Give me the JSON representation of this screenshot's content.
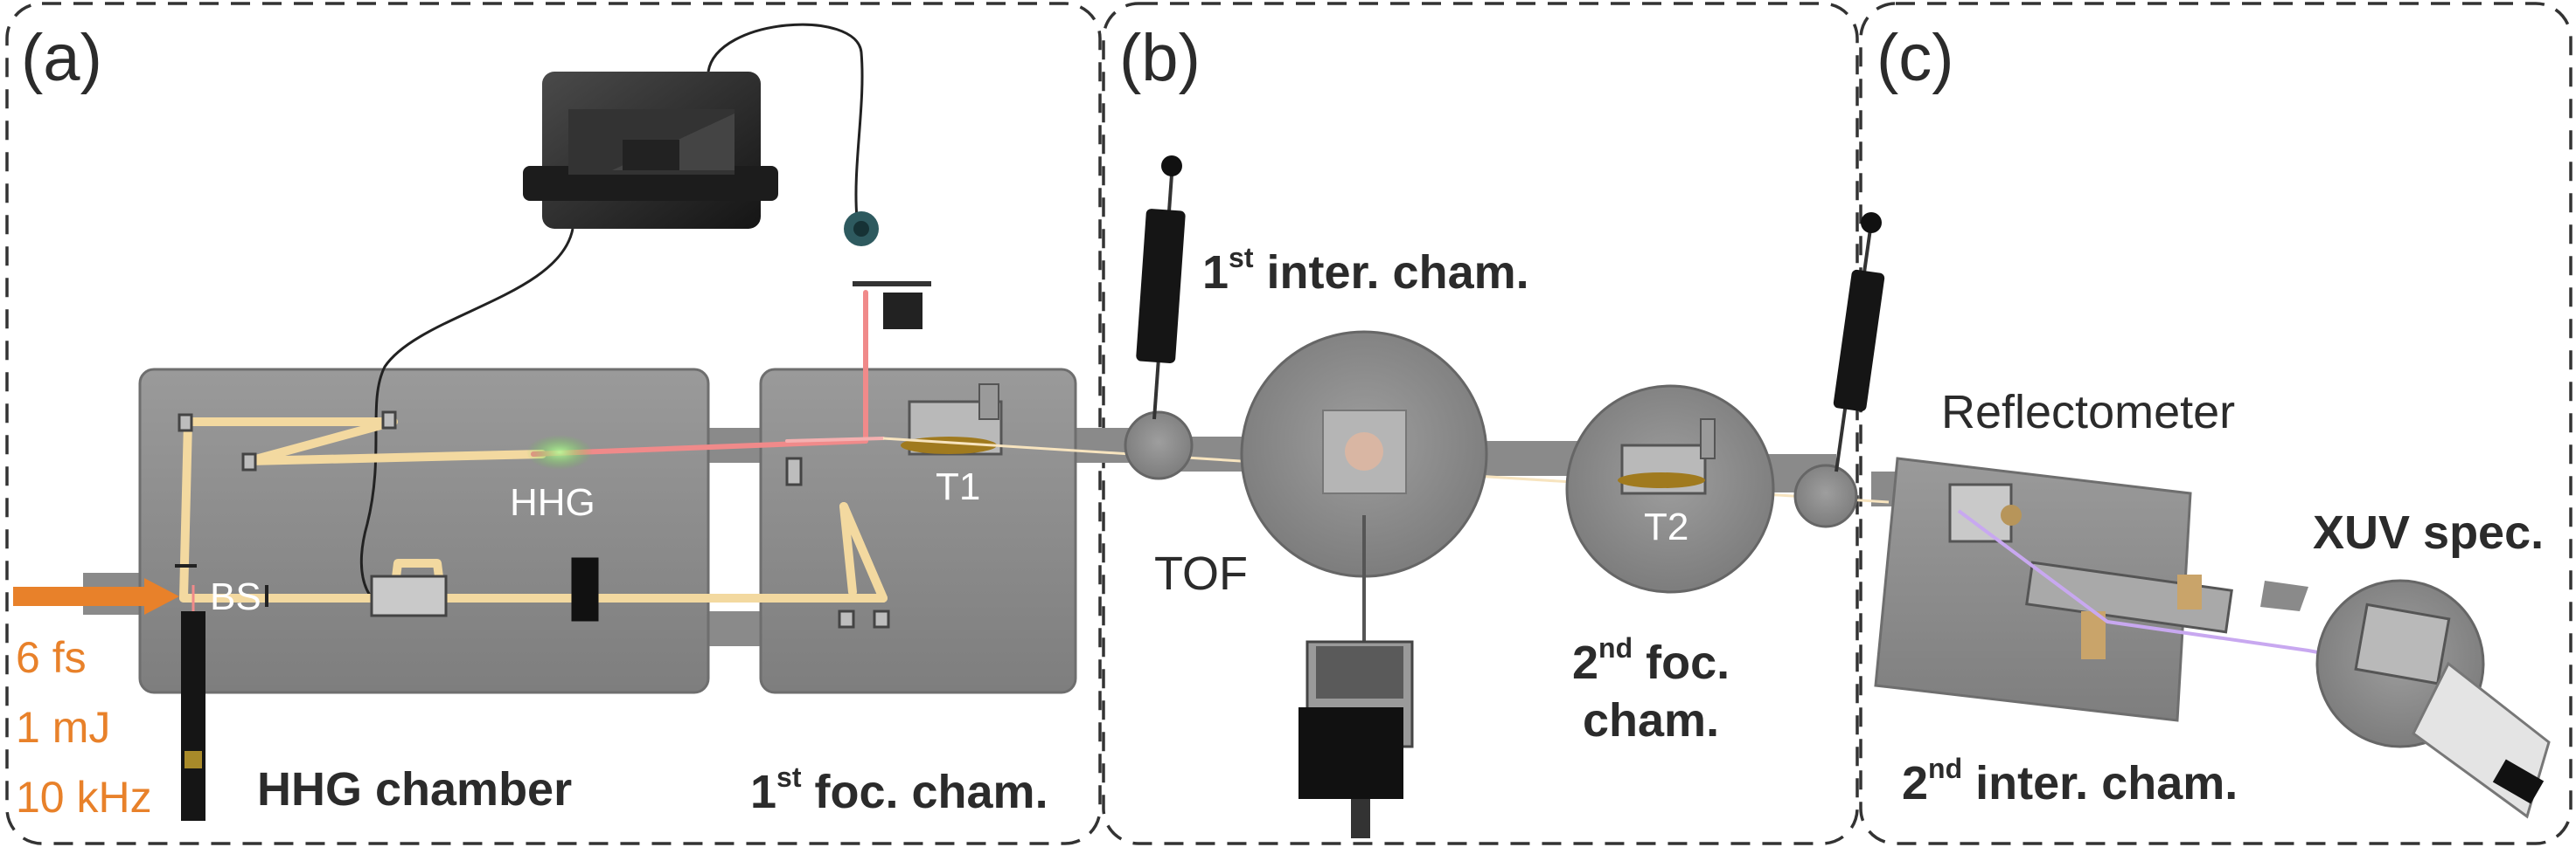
{
  "panels": [
    {
      "key": "a",
      "label": "(a)"
    },
    {
      "key": "b",
      "label": "(b)"
    },
    {
      "key": "c",
      "label": "(c)"
    }
  ],
  "labels": {
    "hhg": "HHG",
    "bs": "BS",
    "t1": "T1",
    "t2": "T2",
    "tof": "TOF",
    "reflectometer": "Reflectometer",
    "xuv_spec": "XUV spec.",
    "hhg_chamber": "HHG chamber",
    "first_foc_num": "1",
    "first_foc_sup": "st",
    "first_foc_rest": " foc. cham.",
    "first_inter_num": "1",
    "first_inter_sup": "st",
    "first_inter_rest": " inter. cham.",
    "second_foc_num": "2",
    "second_foc_sup": "nd",
    "second_foc_rest": " foc.",
    "second_foc_line2": "cham.",
    "second_inter_num": "2",
    "second_inter_sup": "nd",
    "second_inter_rest": " inter. cham."
  },
  "laser_params": [
    "6 fs",
    "1 mJ",
    "10 kHz"
  ],
  "colors": {
    "chamber": "#8c8c8c",
    "chamber_edge": "#6e6e6e",
    "beam_ir": "#f3d9a0",
    "beam_hhg": "#f08a8a",
    "beam_xuv": "#c8a8f0",
    "input_arrow": "#e8812a",
    "text_orange": "#e8812a",
    "frame": "#333333"
  }
}
